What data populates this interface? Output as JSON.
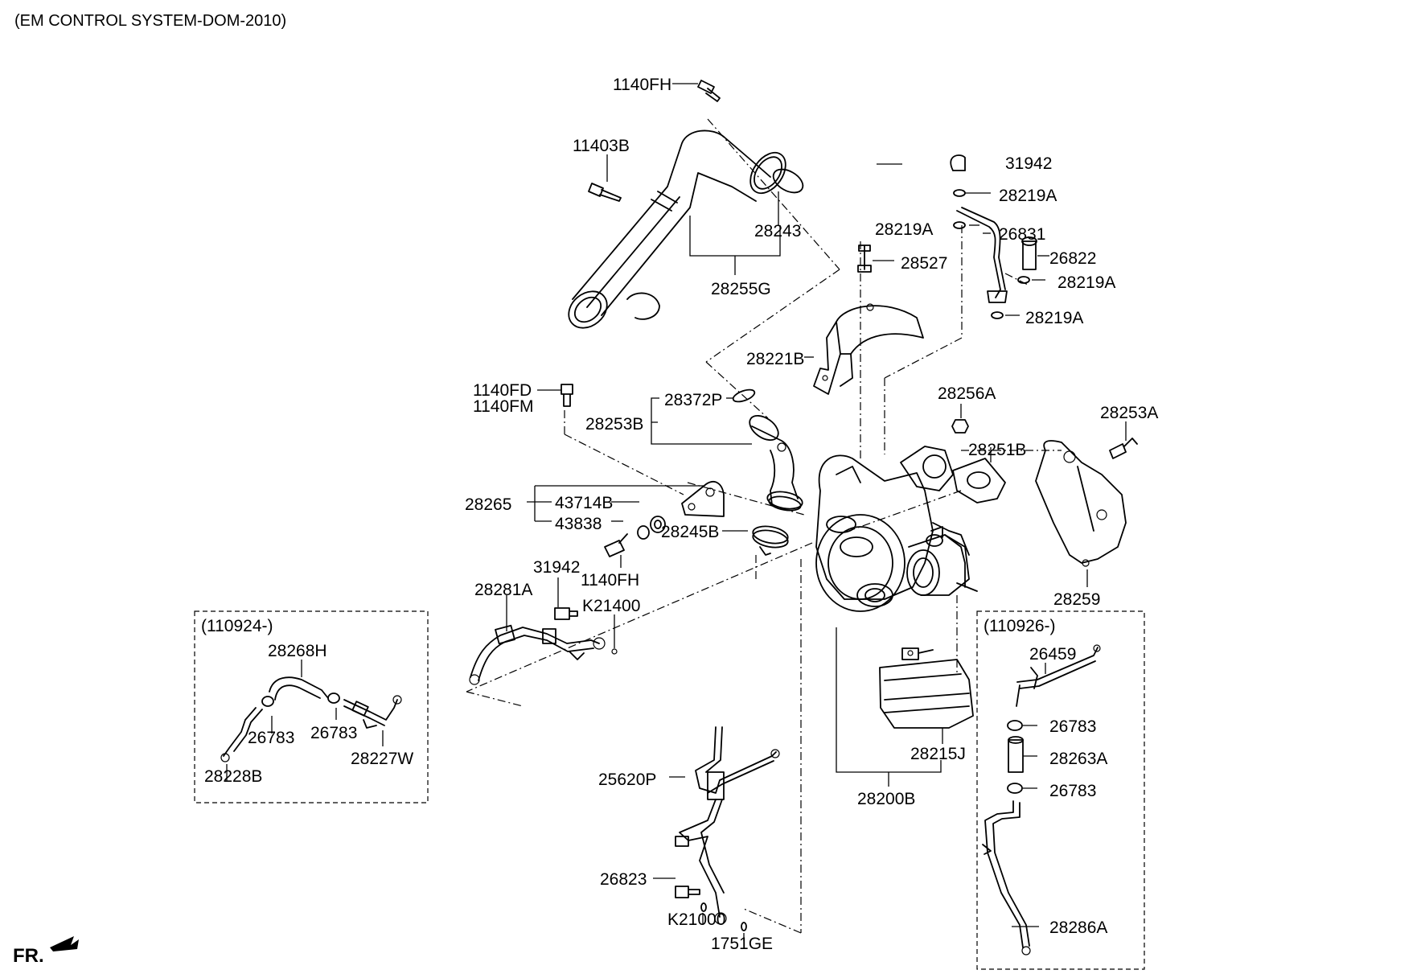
{
  "header": {
    "title": "(EM CONTROL SYSTEM-DOM-2010)"
  },
  "footer": {
    "direction_label": "FR."
  },
  "groups": {
    "left_box_label": "(110924-)",
    "right_box_label": "(110926-)"
  },
  "parts": {
    "p_1140FH_top": "1140FH",
    "p_11403B": "11403B",
    "p_28243": "28243",
    "p_28255G": "28255G",
    "p_31942_top": "31942",
    "p_28219A_1": "28219A",
    "p_28219A_2": "28219A",
    "p_26831": "26831",
    "p_26822": "26822",
    "p_28219A_3": "28219A",
    "p_28219A_4": "28219A",
    "p_28527": "28527",
    "p_28221B": "28221B",
    "p_1140FD": "1140FD",
    "p_1140FM": "1140FM",
    "p_28372P": "28372P",
    "p_28253B": "28253B",
    "p_28256A": "28256A",
    "p_28253A": "28253A",
    "p_28251B": "28251B",
    "p_28265": "28265",
    "p_43714B": "43714B",
    "p_43838": "43838",
    "p_28245B": "28245B",
    "p_31942_mid": "31942",
    "p_1140FH_mid": "1140FH",
    "p_28281A": "28281A",
    "p_K21400": "K21400",
    "p_28259": "28259",
    "p_28268H": "28268H",
    "p_26783_l1": "26783",
    "p_26783_l2": "26783",
    "p_28227W": "28227W",
    "p_28228B": "28228B",
    "p_26459": "26459",
    "p_26783_r1": "26783",
    "p_28263A": "28263A",
    "p_26783_r2": "26783",
    "p_28286A": "28286A",
    "p_28215J": "28215J",
    "p_28200B": "28200B",
    "p_25620P": "25620P",
    "p_26823": "26823",
    "p_K21000": "K21000",
    "p_1751GE": "1751GE"
  }
}
